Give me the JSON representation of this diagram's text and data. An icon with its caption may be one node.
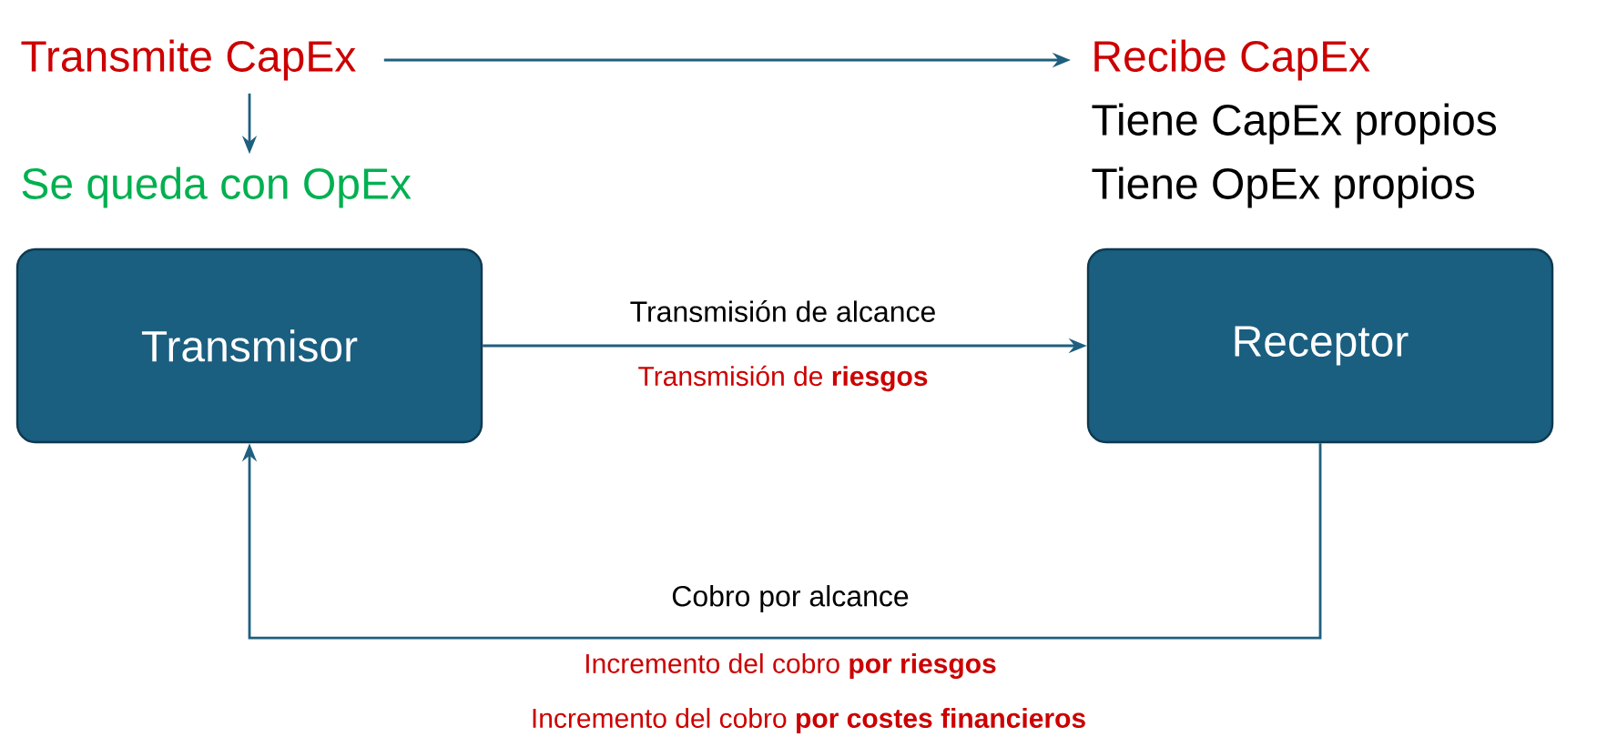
{
  "diagram": {
    "nodes": [
      {
        "text": [
          "Transmite CapEx"
        ]
      },
      {
        "text": [
          "Se queda con OpEx"
        ]
      },
      {
        "text": [
          "Recibe CapEx"
        ]
      },
      {
        "text": [
          "Transmisor"
        ]
      },
      {
        "text": [
          "Receptor"
        ]
      }
    ],
    "edges": [
      {
        "from": 0,
        "to": 2,
        "arrow": "to"
      },
      {
        "from": 0,
        "to": 1,
        "arrow": "to"
      },
      {
        "from": 3,
        "to": 4,
        "arrow": "to",
        "label": "Transmisión de alcance"
      },
      {
        "from": 4,
        "to": 3,
        "arrow": "to",
        "label": "Cobro por alcance"
      }
    ],
    "labels": [
      "Tiene CapEx propios",
      "Tiene OpEx propios",
      "Transmisión de **riesgos**",
      "Incremento del cobro **por riesgos**",
      "Incremento del cobro **por costes financieros**"
    ]
  }
}
